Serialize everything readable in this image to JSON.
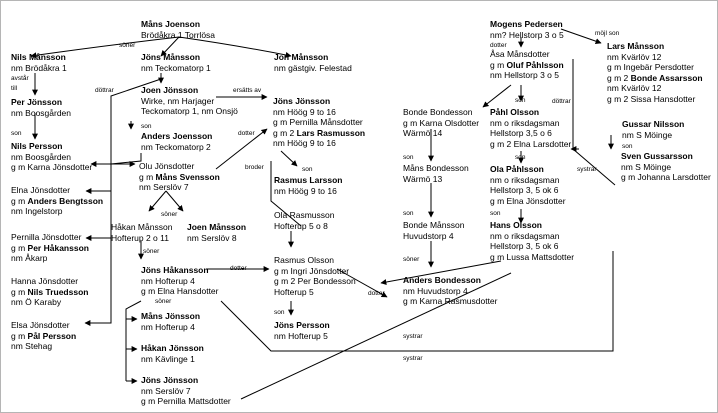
{
  "persons": [
    {
      "id": "mans-joenson",
      "name": "Måns Joenson",
      "lines": [
        "Brödåkra 1 Torrlösa"
      ]
    },
    {
      "id": "nils-mansson",
      "name": "Nils Månsson",
      "lines": [
        "nm Brödåkra 1"
      ]
    },
    {
      "id": "jons-mansson-top",
      "name": "Jöns Månsson",
      "lines": [
        "nm Teckomatorp 1"
      ]
    },
    {
      "id": "jon-mansson",
      "name": "Jon Månsson",
      "lines": [
        "nm gästgiv. Felestad"
      ]
    },
    {
      "id": "per-jonsson",
      "name": "Per Jönsson",
      "lines": [
        "nm Boosgården"
      ]
    },
    {
      "id": "joen-jonsson",
      "name": "Joen Jönsson",
      "lines": [
        "Wirke, nm Harjager",
        "Teckomatorp 1, nm Onsjö"
      ]
    },
    {
      "id": "jons-jonsson-hoog",
      "name": "Jöns Jönsson",
      "lines": [
        "nm Höög 9 to 16",
        "g m Pernilla Månsdotter"
      ]
    },
    {
      "id": "lars-rasmusson",
      "prefix": "g m 2 ",
      "name": "Lars Rasmusson",
      "lines": [
        "nm Höög 9 to 16"
      ]
    },
    {
      "id": "nils-persson",
      "name": "Nils Persson",
      "lines": [
        "nm Boosgården",
        "g m Karna Jönsdotter"
      ]
    },
    {
      "id": "anders-joensson",
      "name": "Anders Joensson",
      "lines": [
        "nm Teckomatorp 2"
      ]
    },
    {
      "id": "olu-jonsdotter",
      "plain": "Olu Jönsdotter",
      "prefix": "g m ",
      "name": "Måns Svensson",
      "lines": [
        "nm Serslöv 7"
      ]
    },
    {
      "id": "rasmus-larsson",
      "name": "Rasmus Larsson",
      "lines": [
        "nm Höög 9 to 16"
      ]
    },
    {
      "id": "elna-jonsdotter",
      "plain": "Elna Jönsdotter",
      "prefix": "g m ",
      "name": "Anders Bengtsson",
      "lines": [
        "nm Ingelstorp"
      ]
    },
    {
      "id": "ola-rasmusson",
      "plain": "Ola Rasmusson",
      "lines": [
        "Hofterup 5 o 8"
      ]
    },
    {
      "id": "hakan-mansson",
      "plain": "Håkan Månsson",
      "lines": [
        "Hofterup 2 o 11"
      ]
    },
    {
      "id": "joen-mansson",
      "name": "Joen Månsson",
      "lines": [
        "nm Serslöv 8"
      ]
    },
    {
      "id": "pernilla-jonsdotter",
      "plain": "Pernilla Jönsdotter",
      "prefix": "g m ",
      "name": "Per Håkansson",
      "lines": [
        "nm Åkarp"
      ]
    },
    {
      "id": "jons-hakansson",
      "name": "Jöns Håkansson",
      "lines": [
        "nm Hofterup 4",
        "g m Elna Hansdotter"
      ]
    },
    {
      "id": "rasmus-olsson",
      "plain": "Rasmus Olsson",
      "lines": [
        "g m Ingri Jönsdotter",
        "g m 2 Per Bondesson",
        "Hofterup 5"
      ]
    },
    {
      "id": "hanna-jonsdotter",
      "plain": "Hanna Jönsdotter",
      "prefix": "g m ",
      "name": "Nils Truedsson",
      "lines": [
        "nm Ö Karaby"
      ]
    },
    {
      "id": "elsa-jonsdotter",
      "plain": "Elsa Jönsdotter",
      "prefix": "g m ",
      "name": "Pål Persson",
      "lines": [
        "nm Stehag"
      ]
    },
    {
      "id": "jons-persson",
      "name": "Jöns Persson",
      "lines": [
        "nm Hofterup 5"
      ]
    },
    {
      "id": "mans-jonsson",
      "name": "Måns Jönsson",
      "lines": [
        "nm Hofterup 4"
      ]
    },
    {
      "id": "hakan-jonsson",
      "name": "Håkan Jönsson",
      "lines": [
        "nm Kävlinge 1"
      ]
    },
    {
      "id": "jons-jonsson-serslov",
      "name": "Jöns Jönsson",
      "lines": [
        "nm Serslöv 7",
        "g m Pernilla Mattsdotter"
      ]
    },
    {
      "id": "mogens-pedersen",
      "name": "Mogens Pedersen",
      "lines": [
        "nm? Hellstorp 3 o 5"
      ]
    },
    {
      "id": "asa-mansdotter",
      "plain": "Åsa Månsdotter",
      "prefix": "g m ",
      "name": "Oluf Påhlsson",
      "lines": [
        "nm Hellstorp 3 o 5"
      ]
    },
    {
      "id": "lars-mansson",
      "name": "Lars Månsson",
      "lines": [
        "nm Kvärlöv 12",
        "g m Ingebär Persdotter",
        "g m 2 Bonde Assarsson",
        "nm Kvärlöv 12",
        "g m 2 Sissa Hansdotter"
      ],
      "bold_line": 2,
      "bold_part": "Bonde Assarsson"
    },
    {
      "id": "bonde-bondesson",
      "plain": "Bonde Bondesson",
      "lines": [
        "g m Karna Olsdotter",
        "Wärmö 14"
      ]
    },
    {
      "id": "pahl-olsson",
      "name": "Påhl Olsson",
      "lines": [
        "nm o riksdagsman",
        "Hellstorp 3,5 o 6",
        "g m 2 Elna Larsdotter"
      ]
    },
    {
      "id": "gussar-nilsson",
      "name": "Gussar Nilsson",
      "lines": [
        "nm S Möinge"
      ]
    },
    {
      "id": "sven-gussarsson",
      "name": "Sven Gussarsson",
      "lines": [
        "nm S Möinge",
        "g m Johanna Larsdotter"
      ]
    },
    {
      "id": "mans-bondesson",
      "plain": "Måns Bondesson",
      "lines": [
        "Wärmö 13"
      ]
    },
    {
      "id": "ola-pahlsson",
      "name": "Ola Påhlsson",
      "lines": [
        "nm o riksdagsman",
        "Hellstorp 3, 5 ok 6",
        "g m Elna Jönsdotter"
      ]
    },
    {
      "id": "bonde-mansson",
      "plain": "Bonde Månsson",
      "lines": [
        "Huvudstorp 4"
      ]
    },
    {
      "id": "hans-olsson",
      "name": "Hans Olsson",
      "lines": [
        "nm o riksdagsman",
        "Hellstorp 3, 5 ok 6",
        "g m Lussa Mattsdotter"
      ]
    },
    {
      "id": "anders-bondesson",
      "name": "Anders Bondesson",
      "lines": [
        "nm Huvudstorp 4",
        "g m Karna Rasmusdotter"
      ]
    }
  ],
  "labels": [
    {
      "id": "soner-1",
      "text": "söner"
    },
    {
      "id": "avstar",
      "text": "avstår"
    },
    {
      "id": "till",
      "text": "till"
    },
    {
      "id": "son-nils",
      "text": "son"
    },
    {
      "id": "dottrar-1",
      "text": "döttrar"
    },
    {
      "id": "ersatts-av",
      "text": "ersätts av"
    },
    {
      "id": "dotter-lars",
      "text": "dotter"
    },
    {
      "id": "broder",
      "text": "broder"
    },
    {
      "id": "son-joen",
      "text": "son"
    },
    {
      "id": "son-rasmus",
      "text": "son"
    },
    {
      "id": "soner-2",
      "text": "söner"
    },
    {
      "id": "sonen",
      "text": "söner"
    },
    {
      "id": "dotter-jh",
      "text": "dotter"
    },
    {
      "id": "soner-3",
      "text": "söner"
    },
    {
      "id": "son-jons-persson",
      "text": "son"
    },
    {
      "id": "dotter-asa",
      "text": "dotter"
    },
    {
      "id": "mojl-son",
      "text": "möjl son"
    },
    {
      "id": "son-pahl",
      "text": "son"
    },
    {
      "id": "dottrar-2",
      "text": "döttrar"
    },
    {
      "id": "son-mans-b",
      "text": "son"
    },
    {
      "id": "son-ola-p",
      "text": "son"
    },
    {
      "id": "son-sven",
      "text": "son"
    },
    {
      "id": "systrar-1",
      "text": "systrar"
    },
    {
      "id": "son-bonde-m",
      "text": "son"
    },
    {
      "id": "son-hans",
      "text": "son"
    },
    {
      "id": "soner-4",
      "text": "söner"
    },
    {
      "id": "dotter-ab",
      "text": "dotter"
    },
    {
      "id": "systrar-2",
      "text": "systrar"
    },
    {
      "id": "systrar-3",
      "text": "systrar"
    }
  ]
}
